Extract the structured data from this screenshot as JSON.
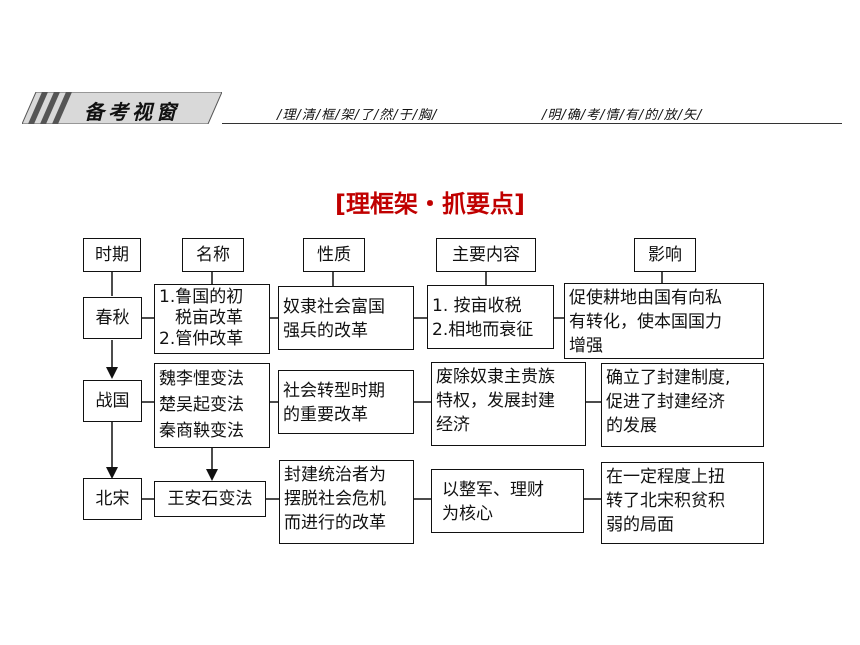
{
  "banner": {
    "badge_text": "备考视窗",
    "slogan_left": "/理/清/框/架/了/然/于/胸/",
    "slogan_right": "/明/确/考/情/有/的/放/矢/"
  },
  "subtitle": "[理框架・抓要点]",
  "headers": {
    "period": "时期",
    "name": "名称",
    "nature": "性质",
    "content": "主要内容",
    "impact": "影响"
  },
  "rows": {
    "chunqiu": {
      "period": "春秋",
      "name": [
        "1.鲁国的初",
        "税亩改革",
        "2.管仲改革"
      ],
      "nature": [
        "奴隶社会富国",
        "强兵的改革"
      ],
      "content": [
        "1. 按亩收税",
        "2.相地而衰征"
      ],
      "impact": [
        "促使耕地由国有向私",
        "有转化，使本国国力",
        "增强"
      ]
    },
    "zhanguo": {
      "period": "战国",
      "name": [
        "魏李悝变法",
        "楚吴起变法",
        "秦商鞅变法"
      ],
      "nature": [
        "社会转型时期",
        "的重要改革"
      ],
      "content": [
        "废除奴隶主贵族",
        "特权，发展封建",
        "经济"
      ],
      "impact": [
        "确立了封建制度,",
        "促进了封建经济",
        "的发展"
      ]
    },
    "beisong": {
      "period": "北宋",
      "name": [
        "王安石变法"
      ],
      "nature": [
        "封建统治者为",
        "摆脱社会危机",
        "而进行的改革"
      ],
      "content": [
        "以整军、理财",
        "为核心"
      ],
      "impact": [
        "在一定程度上扭",
        "转了北宋积贫积",
        "弱的局面"
      ]
    }
  }
}
